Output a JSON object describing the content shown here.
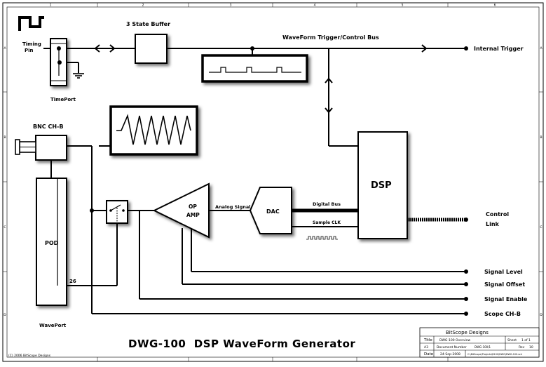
{
  "diagram": {
    "title": "DWG-100  DSP WaveForm Generator",
    "copyright": "(C) 2006 BitScope Designs",
    "labels": {
      "timing_pin": "Timing\nPin",
      "timeport": "TimePort",
      "three_state_buffer": "3 State Buffer",
      "bus": "WaveForm Trigger/Control Bus",
      "internal_trigger": "Internal Trigger",
      "bnc": "BNC CH-B",
      "pod": "POD",
      "pod_pin": "26",
      "waveport": "WavePort",
      "op": "OP",
      "amp": "AMP",
      "analog_signal": "Analog Signal",
      "dac": "DAC",
      "digital_bus": "Digital Bus",
      "sample_clk": "Sample CLK",
      "dsp": "DSP",
      "control": "Control",
      "link": "Link",
      "signal_level": "Signal Level",
      "signal_offset": "Signal Offset",
      "signal_enable": "Signal Enable",
      "scope_chb": "Scope CH-B"
    },
    "border_ticks": {
      "columns": [
        "1",
        "2",
        "3",
        "4",
        "5",
        "6"
      ],
      "rows": [
        "A",
        "B",
        "C",
        "D"
      ]
    },
    "title_block": {
      "company": "BitScope Designs",
      "title_label": "Title",
      "title_value": "DWG-100 Overview",
      "sheet_label": "Sheet",
      "sheet_value": "1 of 1",
      "size_value": "A3",
      "docnum_label": "Document Number",
      "docnum_value": "DWG-100/1",
      "rev_label": "Rev",
      "rev_value": "10",
      "date_label": "Date",
      "date_value": "24-Sep-2008",
      "file_value": "C:\\BitScope\\Projects\\B100\\DWG\\DWG-100.sch"
    }
  }
}
